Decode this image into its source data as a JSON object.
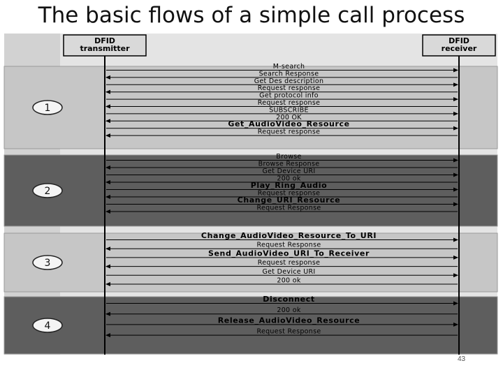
{
  "slide": {
    "title": "The basic flows of a simple call process",
    "number": "43"
  },
  "colors": {
    "band_light": "#c6c6c6",
    "band_dark": "#5e5e5e",
    "header": "#d9d9d9",
    "line": "#000000"
  },
  "participants": {
    "left": [
      "DFID",
      "transmitter"
    ],
    "right": [
      "DFID",
      "receiver"
    ]
  },
  "phases": [
    {
      "label": "1",
      "shade": "light",
      "messages": [
        {
          "text": "M-search",
          "dir": "right",
          "bold": false
        },
        {
          "text": "Search Response",
          "dir": "left",
          "bold": false
        },
        {
          "text": "Get Des description",
          "dir": "right",
          "bold": false
        },
        {
          "text": "Request response",
          "dir": "left",
          "bold": false
        },
        {
          "text": "Get protocol info",
          "dir": "right",
          "bold": false
        },
        {
          "text": "Request response",
          "dir": "left",
          "bold": false
        },
        {
          "text": "SUBSCRIBE",
          "dir": "right",
          "bold": false
        },
        {
          "text": "200 OK",
          "dir": "left",
          "bold": false
        },
        {
          "text": "Get_AudioVideo_Resource",
          "dir": "right",
          "bold": true
        },
        {
          "text": "Request response",
          "dir": "left",
          "bold": false
        }
      ]
    },
    {
      "label": "2",
      "shade": "dark",
      "messages": [
        {
          "text": "Browse",
          "dir": "right",
          "bold": false
        },
        {
          "text": "Browse Response",
          "dir": "left",
          "bold": false
        },
        {
          "text": "Get Device URI",
          "dir": "right",
          "bold": false
        },
        {
          "text": "200 ok",
          "dir": "left",
          "bold": false
        },
        {
          "text": "Play_Ring_Audio",
          "dir": "right",
          "bold": true
        },
        {
          "text": "Request response",
          "dir": "left",
          "bold": false
        },
        {
          "text": "Change_URI_Resource",
          "dir": "right",
          "bold": true
        },
        {
          "text": "Request Response",
          "dir": "left",
          "bold": false
        }
      ]
    },
    {
      "label": "3",
      "shade": "light",
      "messages": [
        {
          "text": "Change_AudioVideo_Resource_To_URI",
          "dir": "right",
          "bold": true
        },
        {
          "text": "Request Response",
          "dir": "left",
          "bold": false
        },
        {
          "text": "Send_AudioVideo_URI_To_Receiver",
          "dir": "right",
          "bold": true
        },
        {
          "text": "Request response",
          "dir": "left",
          "bold": false
        },
        {
          "text": "Get Device URI",
          "dir": "right",
          "bold": false
        },
        {
          "text": "200 ok",
          "dir": "left",
          "bold": false
        }
      ]
    },
    {
      "label": "4",
      "shade": "dark",
      "messages": [
        {
          "text": "Disconnect",
          "dir": "right",
          "bold": true
        },
        {
          "text": "200 ok",
          "dir": "left",
          "bold": false
        },
        {
          "text": "Release_AudioVideo_Resource",
          "dir": "right",
          "bold": true
        },
        {
          "text": "Request Response",
          "dir": "left",
          "bold": false
        }
      ]
    }
  ]
}
